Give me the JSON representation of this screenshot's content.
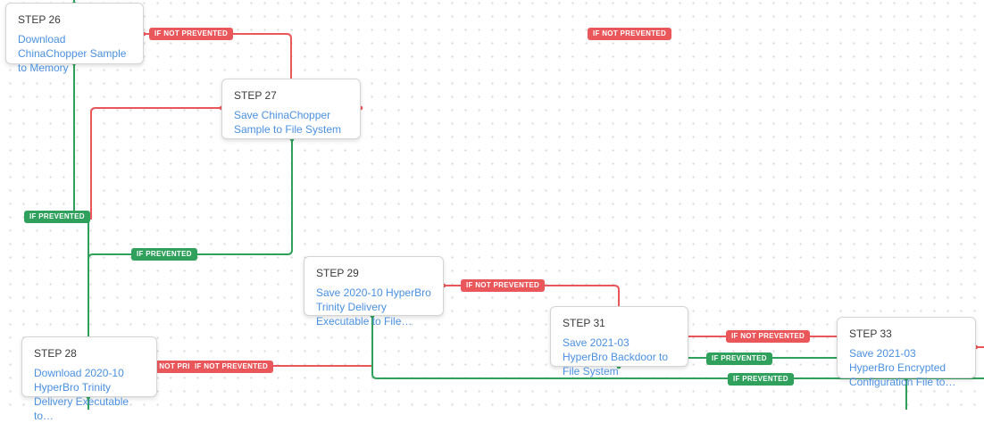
{
  "canvas": {
    "background": "#ffffff",
    "grid_dot_color": "#d8d8d8"
  },
  "colors": {
    "prevented_green": "#2fa15c",
    "not_prevented_red": "#ea575b",
    "step_link_blue": "#4a90e2",
    "card_border": "#d4d4d4"
  },
  "labels": {
    "if_prevented": "IF PREVENTED",
    "if_not_prevented": "IF NOT PREVENTED"
  },
  "steps": [
    {
      "title": "STEP 26",
      "name": "Download ChinaChopper Sample to Memory"
    },
    {
      "title": "STEP 27",
      "name": "Save ChinaChopper Sample to File System"
    },
    {
      "title": "STEP 28",
      "name": "Download 2020-10 HyperBro Trinity Delivery Executable to…"
    },
    {
      "title": "STEP 29",
      "name": "Save 2020-10 HyperBro Trinity Delivery Executable to File…"
    },
    {
      "title": "STEP 31",
      "name": "Save 2021-03 HyperBro Backdoor to File System"
    },
    {
      "title": "STEP 33",
      "name": "Save 2021-03 HyperBro Encrypted Configuration File to…"
    }
  ]
}
